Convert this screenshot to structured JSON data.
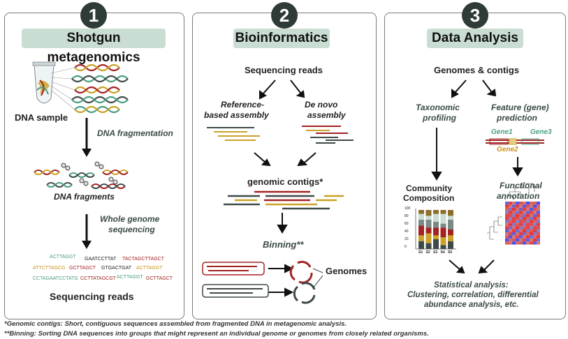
{
  "panel1": {
    "number": "1",
    "title": "Shotgun metagenomics",
    "dna_sample": "DNA sample",
    "dna_fragmentation": "DNA fragmentation",
    "dna_fragments": "DNA fragments",
    "whole_genome_1": "Whole genome",
    "whole_genome_2": "sequencing",
    "sequencing_reads": "Sequencing reads",
    "reads": [
      {
        "text": "ACTTAGGT",
        "color": "#4a9d82"
      },
      {
        "text": "GAATCCTTAT",
        "color": "#222222"
      },
      {
        "text": "TACTAGCTTAGCT",
        "color": "#a32222"
      },
      {
        "text": "ATTCTTAGCG",
        "color": "#c9931c"
      },
      {
        "text": "GCTTAGCT",
        "color": "#a32222"
      },
      {
        "text": "GTGACTGAT",
        "color": "#222222"
      },
      {
        "text": "ACTTAGGT",
        "color": "#c9931c"
      },
      {
        "text": "CCTAGAATCCTATG",
        "color": "#4a9d82"
      },
      {
        "text": "CCTTATAGCGT",
        "color": "#a32222"
      },
      {
        "text": "ACTTAGGT",
        "color": "#4a9d82"
      },
      {
        "text": "GCTTAGCT",
        "color": "#a32222"
      }
    ]
  },
  "panel2": {
    "number": "2",
    "title": "Bioinformatics",
    "sequencing_reads": "Sequencing reads",
    "ref_1": "Reference-",
    "ref_2": "based assembly",
    "denovo_1": "De novo",
    "denovo_2": "assembly",
    "genomic_contigs": "genomic contigs*",
    "binning": "Binning**",
    "genomes": "Genomes"
  },
  "panel3": {
    "number": "3",
    "title": "Data Analysis",
    "genomes_contigs": "Genomes & contigs",
    "tax_1": "Taxonomic",
    "tax_2": "profiling",
    "feat_1": "Feature (gene)",
    "feat_2": "prediction",
    "gene1": "Gene1",
    "gene2": "Gene2",
    "gene3": "Gene3",
    "community_1": "Community",
    "community_2": "Composition",
    "functional_1": "Functional",
    "functional_2": "annotation",
    "y_ticks": [
      "100",
      "80",
      "60",
      "40",
      "20",
      "0"
    ],
    "x_ticks": [
      "S1",
      "S2",
      "S3",
      "S4",
      "S5"
    ],
    "stat_1": "Statistical analysis:",
    "stat_2": "Clustering, correlation, differential",
    "stat_3": "abundance analysis, etc."
  },
  "footnotes": {
    "note1_label": "*Genomic contigs:",
    "note1_text": "Short, contiguous sequences assembled from fragmented DNA in metagenomic analysis.",
    "note2_label": "**Binning:",
    "note2_text": "Sorting DNA sequences into groups that might represent an individual genome or genomes from closely related organisms."
  },
  "colors": {
    "red": "#a32222",
    "gold": "#c9a227",
    "teal": "#4a9d82",
    "dark": "#3f4a48",
    "badge": "#c9ddd3"
  }
}
